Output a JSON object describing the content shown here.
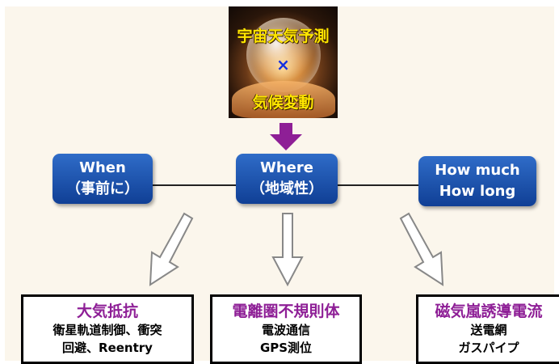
{
  "center_image": {
    "top_text": "宇宙天気予測",
    "cross": "×",
    "bottom_text": "気候変動"
  },
  "nodes": [
    {
      "id": "when",
      "lines": [
        "When",
        "（事前に）"
      ]
    },
    {
      "id": "where",
      "lines": [
        "Where",
        "（地域性）"
      ]
    },
    {
      "id": "how",
      "lines": [
        "How much",
        "How long"
      ]
    }
  ],
  "outcomes": [
    {
      "title": "大気抵抗",
      "lines": [
        "衛星軌道制御、衝突",
        "回避、Reentry"
      ]
    },
    {
      "title": "電離圏不規則体",
      "lines": [
        "電波通信",
        "GPS測位"
      ]
    },
    {
      "title": "磁気嵐誘導電流",
      "lines": [
        "送電網",
        "ガスパイプ"
      ]
    }
  ],
  "colors": {
    "box_blue": "#1f55b3",
    "title_purple": "#8e1f96",
    "arrow_purple": "#8e1f96",
    "text_yellow": "#ffe600"
  }
}
